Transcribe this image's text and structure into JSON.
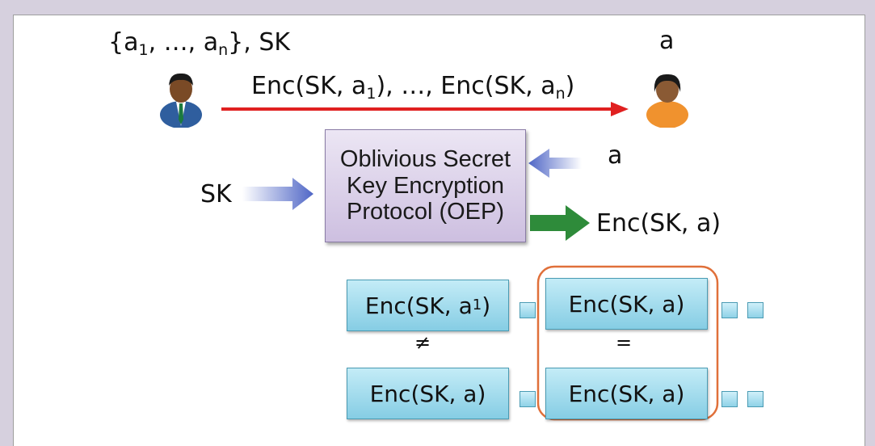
{
  "sender": {
    "set_prefix": "{a",
    "sub_1": "1",
    "set_mid": ", …, a",
    "sub_n": "n",
    "set_suffix": "}, SK"
  },
  "receiver": {
    "label": "a"
  },
  "message": {
    "p1": "Enc(SK, a",
    "s1": "1",
    "p2": "), …, Enc(SK, a",
    "s2": "n",
    "p3": ")"
  },
  "oep": {
    "line1": "Oblivious Secret",
    "line2": "Key Encryption",
    "line3": "Protocol (OEP)"
  },
  "inputs": {
    "sk": "SK",
    "a": "a"
  },
  "output": {
    "label": "Enc(SK, a)"
  },
  "comparison": {
    "top_left_prefix": "Enc(SK, a",
    "top_left_sub": "1",
    "top_left_suffix": ")",
    "top_right": "Enc(SK, a)",
    "bottom_left": "Enc(SK, a)",
    "bottom_right": "Enc(SK, a)",
    "not_equal": "≠",
    "equal": "="
  },
  "colors": {
    "send_arrow": "#e02020",
    "output_arrow": "#2e8b3a",
    "input_arrow": "#5b6fc4",
    "highlight": "#e0703a"
  },
  "icons": [
    "sender-person-icon",
    "receiver-person-icon"
  ]
}
